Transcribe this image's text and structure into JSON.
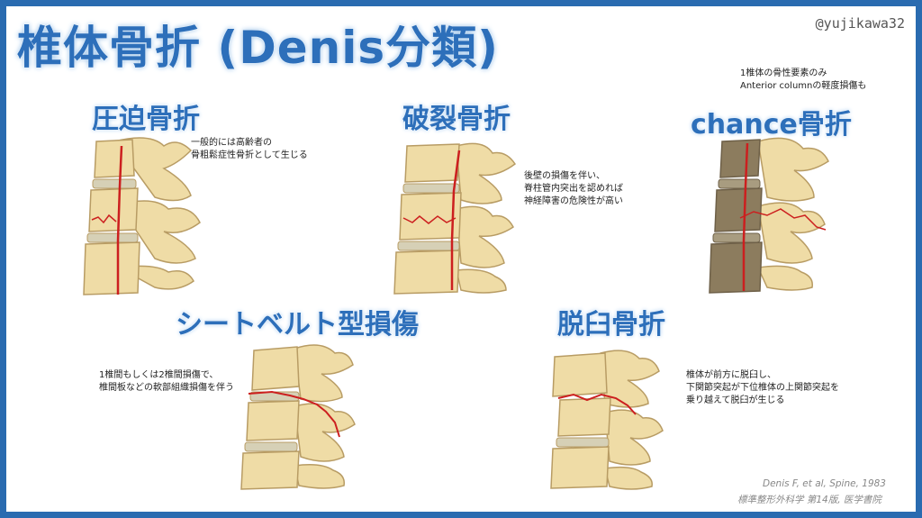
{
  "title": "椎体骨折 (Denis分類)",
  "handle": "@yujikawa32",
  "sections": {
    "compression": {
      "heading": "圧迫骨折",
      "note": [
        "一般的には高齢者の",
        "骨粗鬆症性骨折として生じる"
      ]
    },
    "burst": {
      "heading": "破裂骨折",
      "note": [
        "後壁の損傷を伴い、",
        "脊柱管内突出を認めれば",
        "神経障害の危険性が高い"
      ]
    },
    "chance": {
      "heading": "chance骨折",
      "note": [
        "1椎体の骨性要素のみ",
        "Anterior columnの軽度損傷も"
      ]
    },
    "seatbelt": {
      "heading": "シートベルト型損傷",
      "note": [
        "1椎間もしくは2椎間損傷で、",
        "椎間板などの軟部組織損傷を伴う"
      ]
    },
    "dislocation": {
      "heading": "脱臼骨折",
      "note": [
        "椎体が前方に脱臼し、",
        "下関節突起が下位椎体の上関節突起を",
        "乗り越えて脱臼が生じる"
      ]
    }
  },
  "citation": {
    "line1": "Denis F, et al, Spine, 1983",
    "line2": "標準整形外科学 第14版, 医学書院"
  },
  "colors": {
    "frame": "#2a6bb0",
    "heading": "#2d6fba",
    "bone": "#efdca6",
    "bone_shade": "#b89c64",
    "disc": "#d6d0b6",
    "fracture": "#cc1f1f",
    "injured_shade": "#8c7c5e"
  }
}
